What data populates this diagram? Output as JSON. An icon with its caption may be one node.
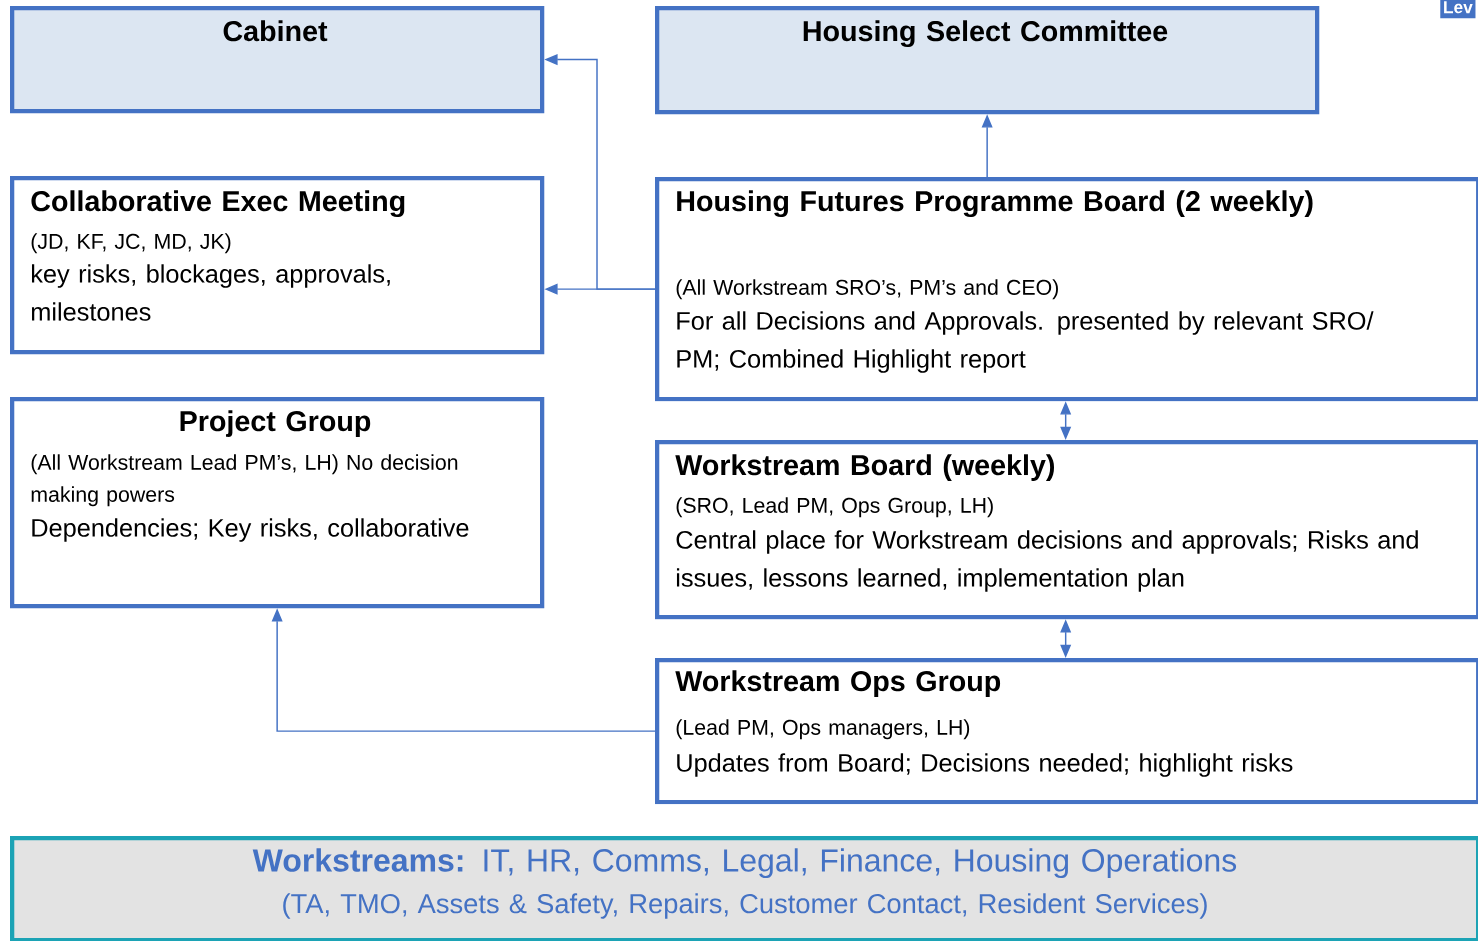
{
  "diagram": {
    "nodes": [
      {
        "text": [
          "Cabinet"
        ]
      },
      {
        "text": [
          "Housing Select Committee"
        ]
      },
      {
        "text": [
          "Collaborative Exec Meeting",
          "(JD, KF, JC, MD, JK)",
          "key risks, blockages, approvals, milestones"
        ]
      },
      {
        "text": [
          "Housing Futures Programme Board (2 weekly)",
          "(All Workstream SRO’s, PM’s and CEO)",
          "For all Decisions and Approvals.   presented by relevant SRO/ PM; Combined Highlight report"
        ]
      },
      {
        "text": [
          "Project Group",
          "(All Workstream Lead PM’s, LH) No decision making powers",
          "Dependencies; Key risks, collaborative"
        ]
      },
      {
        "text": [
          "Workstream Board (weekly)",
          "(SRO, Lead PM, Ops Group, LH)",
          "Central place for Workstream  decisions and approvals; Risks and issues, lessons learned, implementation plan"
        ]
      },
      {
        "text": [
          "Workstream Ops Group",
          "(Lead PM, Ops managers, LH)",
          "Updates from Board; Decisions needed; highlight risks"
        ]
      },
      {
        "text": [
          "**Workstreams:** IT, HR, Comms, Legal, Finance, Housing Operations",
          "(TA, TMO, Assets & Safety, Repairs, Customer Contact, Resident Services)"
        ]
      }
    ],
    "edges": [
      {
        "from": 3,
        "to": 0,
        "arrow": "to"
      },
      {
        "from": 3,
        "to": 2,
        "arrow": "to"
      },
      {
        "from": 3,
        "to": 1,
        "arrow": "to"
      },
      {
        "from": 3,
        "to": 5,
        "arrow": "both"
      },
      {
        "from": 5,
        "to": 6,
        "arrow": "both"
      },
      {
        "from": 6,
        "to": 4,
        "arrow": "to"
      }
    ],
    "labels": [
      "Lev"
    ]
  }
}
